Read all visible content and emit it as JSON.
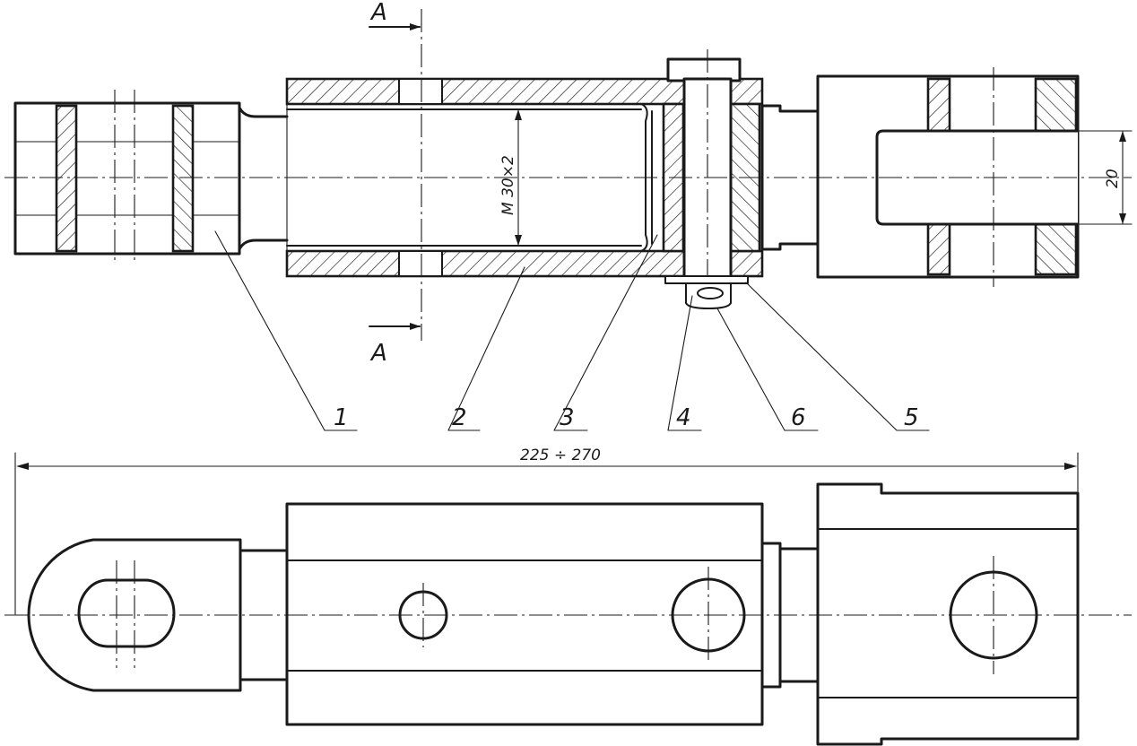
{
  "dimensions": {
    "thread": "M 30×2",
    "width_slot": "20",
    "overall_length": "225 ÷ 270"
  },
  "section_marks": {
    "top": "A",
    "bottom": "A"
  },
  "callouts": {
    "c1": "1",
    "c2": "2",
    "c3": "3",
    "c4": "4",
    "c6": "6",
    "c5": "5"
  }
}
